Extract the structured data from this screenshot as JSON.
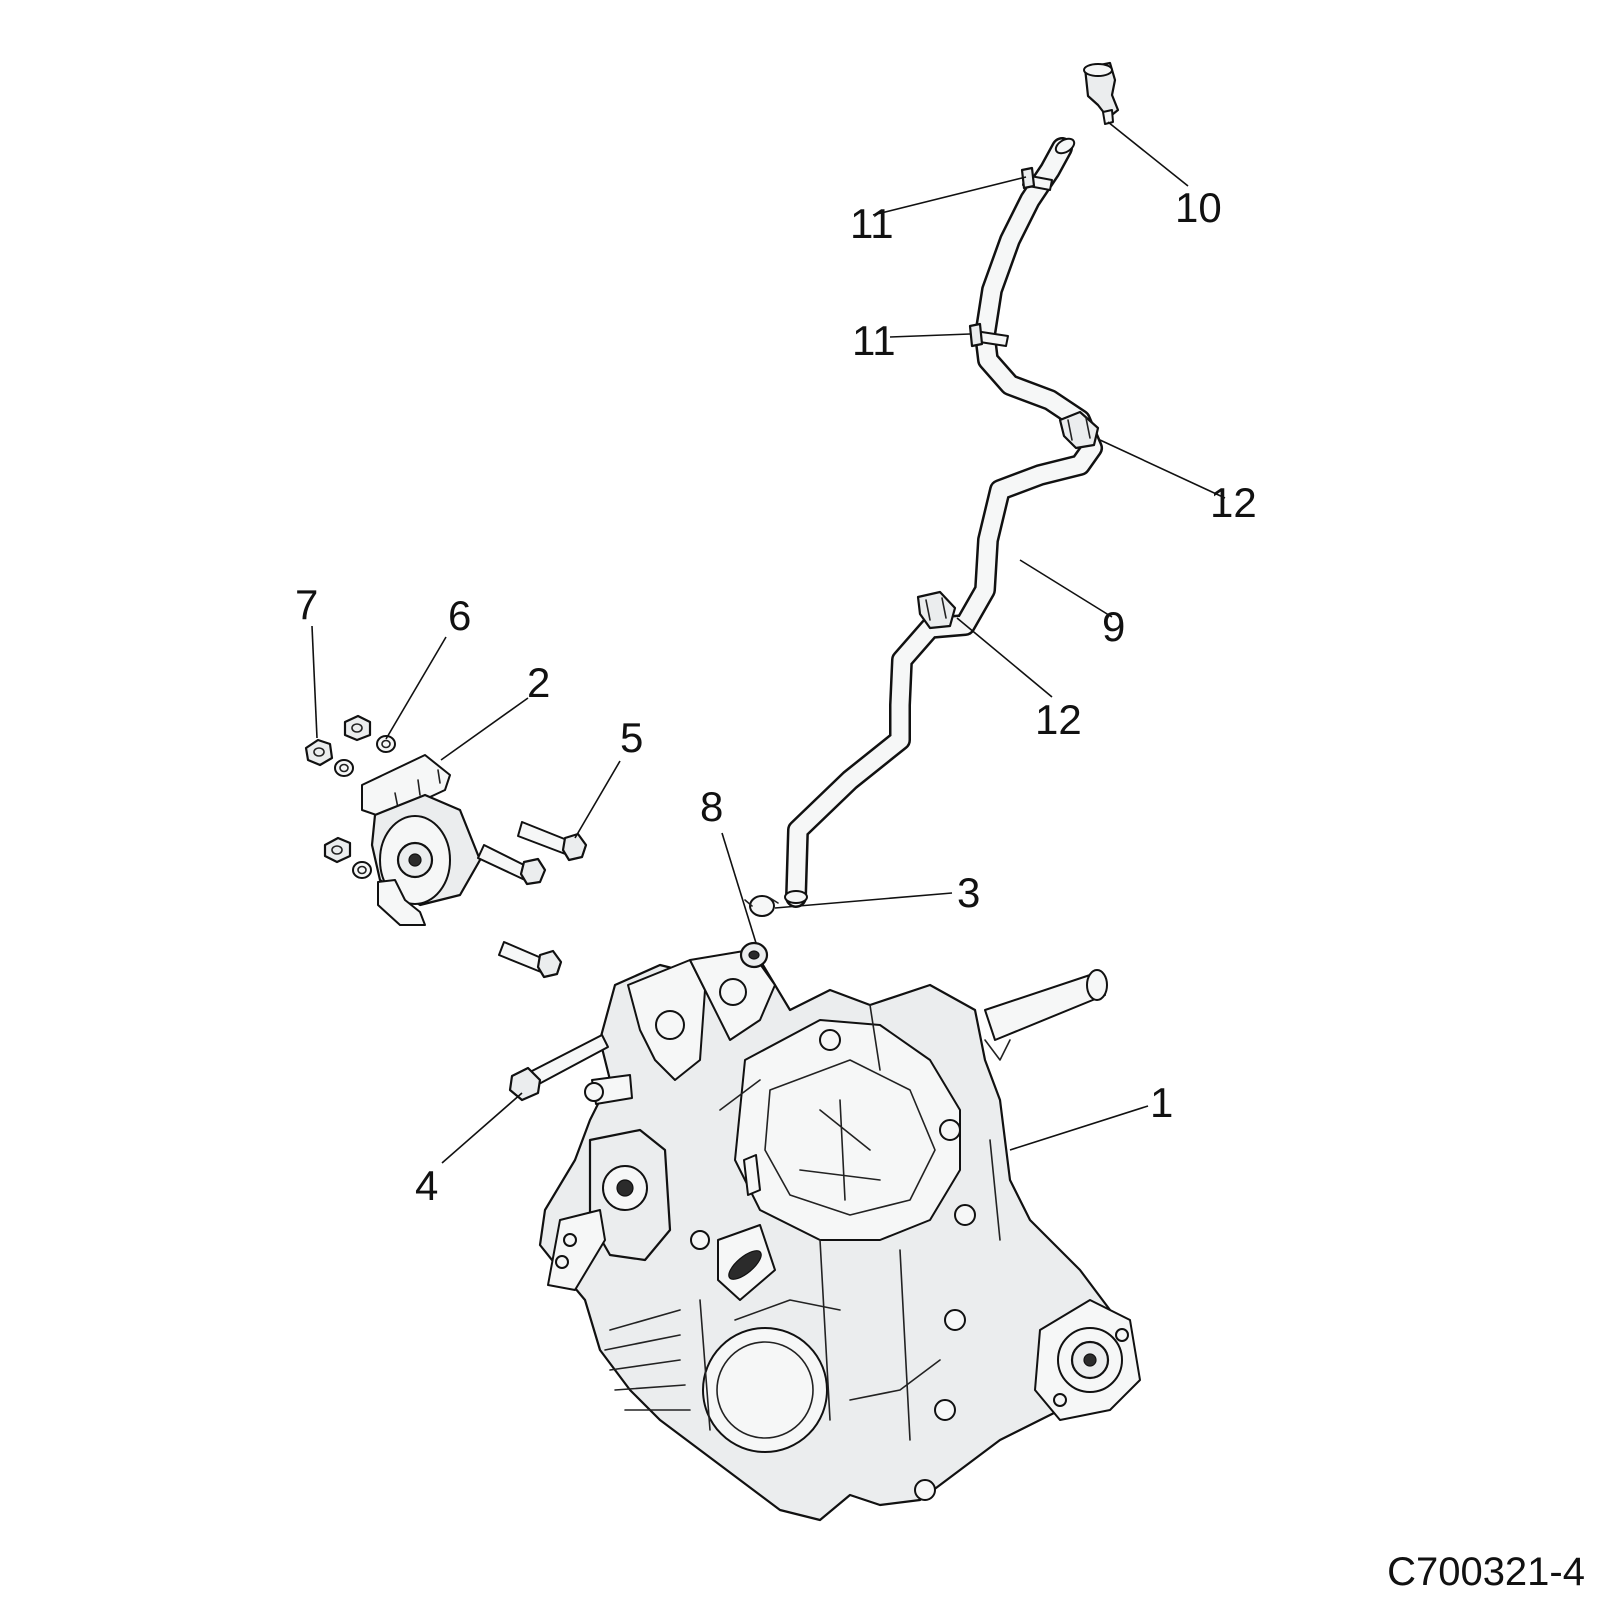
{
  "drawing_number": "C700321-4",
  "callouts": {
    "c1": "1",
    "c2": "2",
    "c3": "3",
    "c4": "4",
    "c5": "5",
    "c6": "6",
    "c7": "7",
    "c8": "8",
    "c9": "9",
    "c10": "10",
    "c11a": "11",
    "c11b": "11",
    "c12a": "12",
    "c12b": "12"
  },
  "colors": {
    "part_fill": "#ebedee",
    "line": "#111111",
    "background": "#ffffff"
  }
}
